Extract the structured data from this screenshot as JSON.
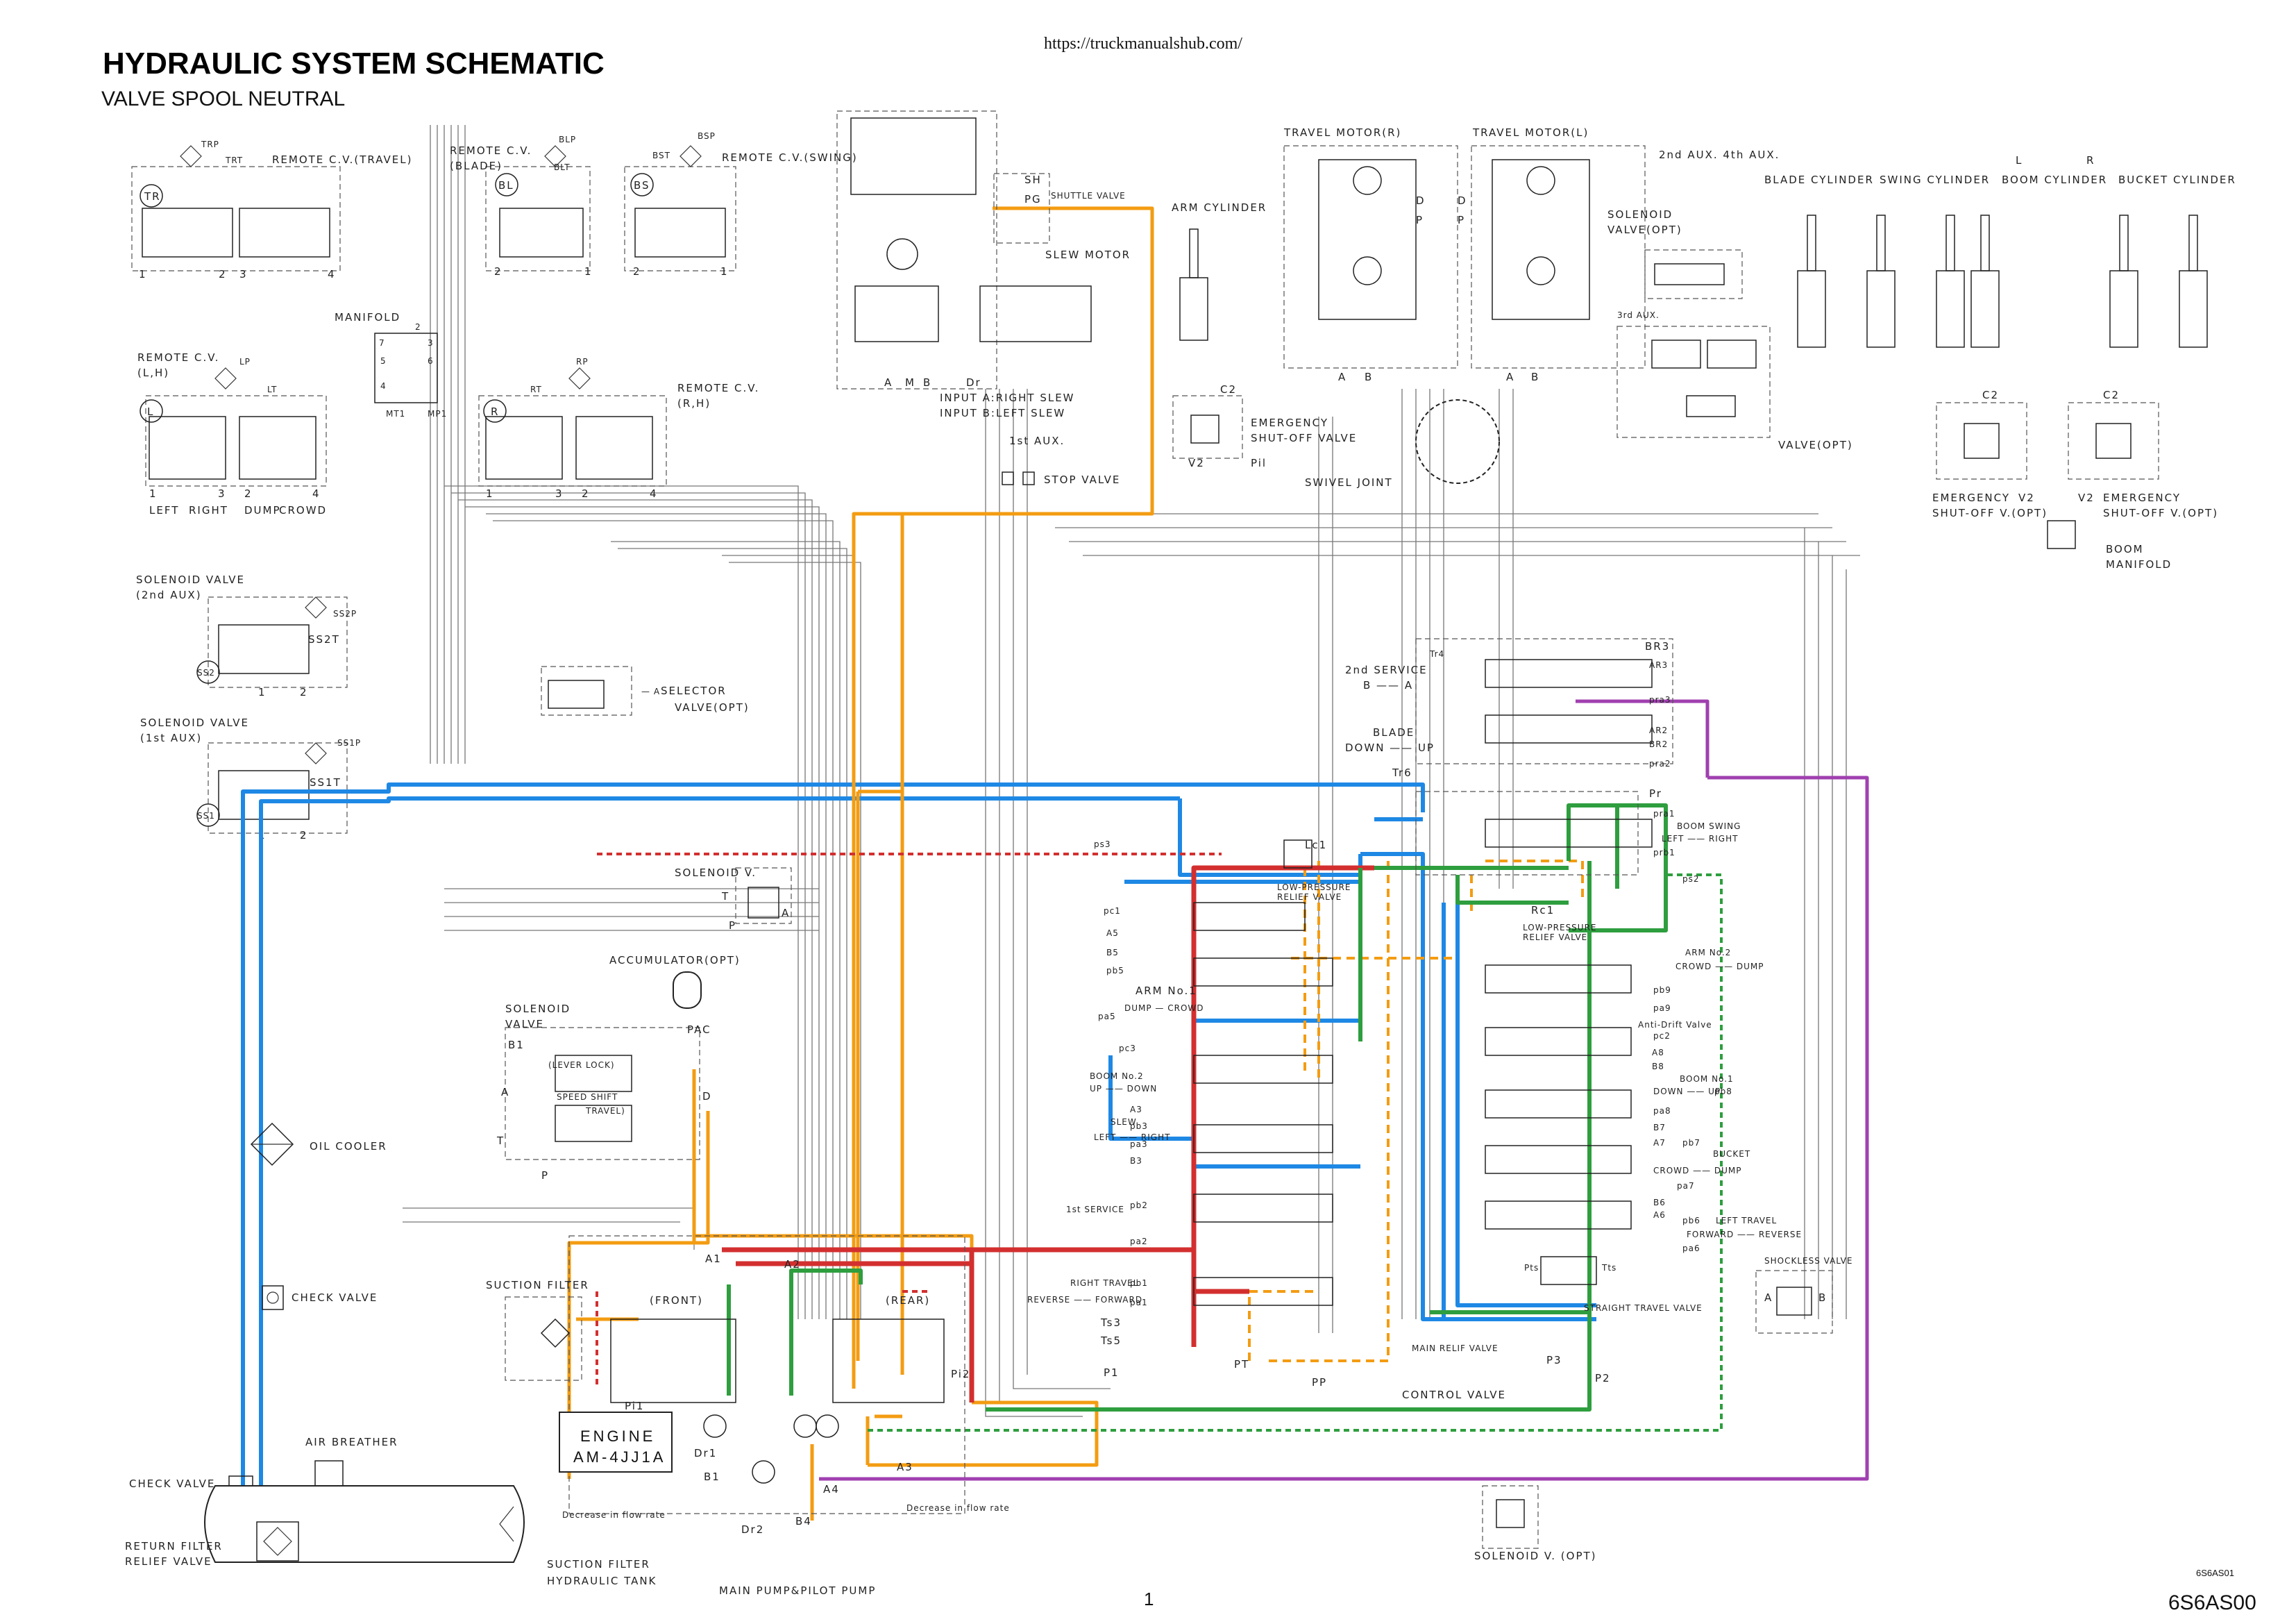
{
  "header": {
    "title": "HYDRAULIC SYSTEM SCHEMATIC",
    "subtitle": "VALVE SPOOL NEUTRAL",
    "url": "https://truckmanualshub.com/"
  },
  "footer": {
    "page_number": "1",
    "doc_code": "6S6AS00",
    "small_code": "6S6AS01"
  },
  "engine": {
    "name": "ENGINE",
    "model": "AM-4JJ1A"
  },
  "line_colors": {
    "pilot_return": "#1e88e5",
    "pump_front": "#d32f2f",
    "pump_rear": "#2e9e3e",
    "pilot": "#f39c12",
    "drain": "#a040b0"
  },
  "labels": {
    "remote_cv_travel": "REMOTE C.V.(TRAVEL)",
    "trp": "TRP",
    "trt": "TRT",
    "tr": "TR",
    "remote_cv_blade": "REMOTE C.V.",
    "remote_cv_blade2": "(BLADE)",
    "blp": "BLP",
    "blt": "BLT",
    "bl": "BL",
    "bst": "BST",
    "bsp": "BSP",
    "remote_cv_swing": "REMOTE C.V.(SWING)",
    "bs": "BS",
    "manifold": "MANIFOLD",
    "remote_cv_lh": "REMOTE C.V.",
    "remote_cv_lh2": "(L,H)",
    "lp": "LP",
    "lt": "LT",
    "l": "L",
    "mt1": "MT1",
    "mp1": "MP1",
    "rp": "RP",
    "rt": "RT",
    "r": "R",
    "remote_cv_rh": "REMOTE C.V.",
    "remote_cv_rh2": "(R,H)",
    "left": "LEFT",
    "right": "RIGHT",
    "dump": "DUMP",
    "crowd": "CROWD",
    "solenoid_2nd": "SOLENOID VALVE",
    "solenoid_2nd2": "(2nd AUX)",
    "ss2p": "SS2P",
    "ss2t": "SS2T",
    "ss2": "SS2",
    "selector": "SELECTOR",
    "selector2": "VALVE(OPT)",
    "solenoid_1st": "SOLENOID VALVE",
    "solenoid_1st2": "(1st AUX)",
    "ss1p": "SS1P",
    "ss1t": "SS1T",
    "ss1": "SS1",
    "solenoid_v": "SOLENOID V.",
    "accumulator": "ACCUMULATOR(OPT)",
    "pac": "PAC",
    "solenoid_valve": "SOLENOID",
    "solenoid_valve2": "VALVE",
    "lever_lock": "(LEVER LOCK)",
    "speed_shift": "SPEED SHIFT",
    "speed_shift2": "TRAVEL)",
    "oil_cooler": "OIL COOLER",
    "check_valve": "CHECK VALVE",
    "air_breather": "AIR BREATHER",
    "check_valve2": "CHECK VALVE",
    "return_filter": "RETURN FILTER",
    "relief_valve": "RELIEF VALVE",
    "suction_filter": "SUCTION FILTER",
    "suction_filter2": "SUCTION FILTER",
    "hydraulic_tank": "HYDRAULIC TANK",
    "front": "(FRONT)",
    "rear": "(REAR)",
    "decrease_flow1": "Decrease in flow rate",
    "decrease_flow2": "Decrease in flow rate",
    "main_pump": "MAIN PUMP&PILOT PUMP",
    "shuttle_valve": "SHUTTLE VALVE",
    "slew_motor": "SLEW MOTOR",
    "input_a": "INPUT A:RIGHT SLEW",
    "input_b": "INPUT B:LEFT SLEW",
    "first_aux": "1st AUX.",
    "stop_valve": "STOP VALVE",
    "arm_cylinder": "ARM CYLINDER",
    "emergency_shutoff": "EMERGENCY",
    "emergency_shutoff2": "SHUT-OFF VALVE",
    "swivel_joint": "SWIVEL JOINT",
    "travel_motor_r": "TRAVEL MOTOR(R)",
    "travel_motor_l": "TRAVEL MOTOR(L)",
    "aux_24": "2nd AUX. 4th AUX.",
    "solenoid_opt": "SOLENOID",
    "solenoid_opt2": "VALVE(OPT)",
    "third_aux": "3rd AUX.",
    "valve_opt": "VALVE(OPT)",
    "blade_cyl": "BLADE CYLINDER",
    "swing_cyl": "SWING CYLINDER",
    "boom_cyl": "BOOM CYLINDER",
    "bucket_cyl": "BUCKET CYLINDER",
    "emergency_l": "EMERGENCY",
    "emergency_l2": "SHUT-OFF V.(OPT)",
    "emergency_r": "EMERGENCY",
    "emergency_r2": "SHUT-OFF V.(OPT)",
    "boom_manifold": "BOOM",
    "boom_manifold2": "MANIFOLD",
    "second_service": "2nd SERVICE",
    "blade": "BLADE",
    "down_up": "DOWN —— UP",
    "lc1": "Lc1",
    "rc1": "Rc1",
    "low_pressure_relief": "LOW-PRESSURE",
    "low_pressure_relief2": "RELIEF VALVE",
    "arm_no1": "ARM No.1",
    "dump_crowd": "DUMP — CROWD",
    "arm_no2": "ARM No.2",
    "crowd_dump": "CROWD —— DUMP",
    "anti_drift": "Anti-Drift Valve",
    "boom_no2": "BOOM No.2",
    "up_down": "UP —— DOWN",
    "boom_no1": "BOOM No.1",
    "down_up2": "DOWN —— UP",
    "slew": "SLEW",
    "left_right": "LEFT —— RIGHT",
    "bucket": "BUCKET",
    "crowd_dump2": "CROWD —— DUMP",
    "first_service": "1st SERVICE",
    "left_travel": "LEFT TRAVEL",
    "forward_reverse": "FORWARD —— REVERSE",
    "right_travel": "RIGHT TRAVEL",
    "reverse_forward": "REVERSE —— FORWARD",
    "shockless_valve": "SHOCKLESS VALVE",
    "straight_travel": "STRAIGHT TRAVEL VALVE",
    "main_relief": "MAIN RELIF VALVE",
    "control_valve": "CONTROL VALVE",
    "solenoid_v_opt": "SOLENOID V. (OPT)",
    "boom_swing": "BOOM SWING",
    "br3": "BR3",
    "ar3": "AR3",
    "ar2": "AR2",
    "br2": "BR2",
    "pra3": "pra3",
    "pra2": "pra2",
    "pra1": "pra1",
    "prb1": "prb1",
    "tr4": "Tr4",
    "tr6": "Tr6",
    "pr": "Pr",
    "ps2": "ps2",
    "ps3": "ps3",
    "pc1": "pc1",
    "a5": "A5",
    "b5": "B5",
    "pb5": "pb5",
    "pa5": "pa5",
    "pc3": "pc3",
    "a3": "A3",
    "b3": "B3",
    "pb3": "pb3",
    "pa3": "pa3",
    "pb2": "pb2",
    "pa2": "pa2",
    "pb1": "pb1",
    "pa1": "pa1",
    "ts3": "Ts3",
    "ts5": "Ts5",
    "p1": "P1",
    "pt": "PT",
    "pp": "PP",
    "p3": "P3",
    "p2": "P2",
    "pts": "Pts",
    "tts": "Tts",
    "pb9": "pb9",
    "pa9": "pa9",
    "pc2": "pc2",
    "a8": "A8",
    "b8": "B8",
    "pb8": "pb8",
    "pa8": "pa8",
    "a7": "A7",
    "b7": "B7",
    "pb7": "pb7",
    "pa7": "pa7",
    "a6": "A6",
    "b6": "B6",
    "pb6": "pb6",
    "pa6": "pa6",
    "a": "A",
    "b": "B",
    "d": "D",
    "p": "P",
    "t": "T",
    "sh": "SH",
    "pg": "PG",
    "dr": "Dr",
    "dr1": "Dr1",
    "dr2": "Dr2",
    "b1": "B1",
    "b4": "B4",
    "a4": "A4",
    "a3p": "A3",
    "a1": "A1",
    "a2": "A2",
    "pi1": "Pi1",
    "pi2": "Pi2",
    "c2": "C2",
    "v2": "V2",
    "pil": "Pil"
  }
}
